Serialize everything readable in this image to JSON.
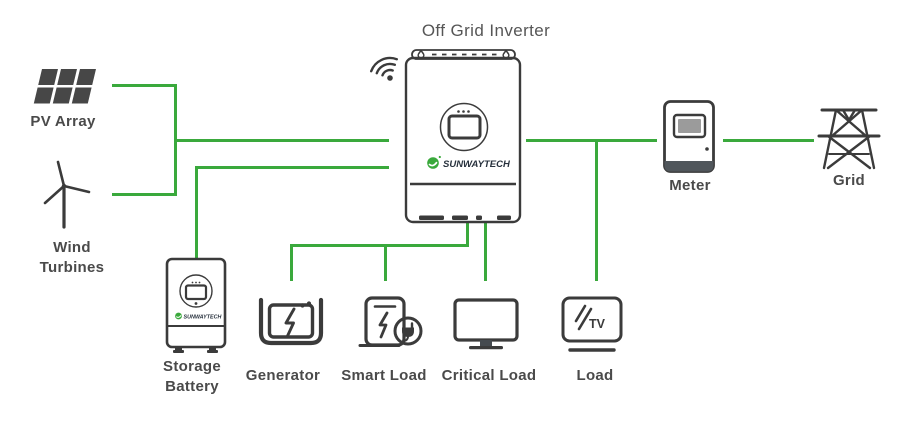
{
  "title": "Off Grid Inverter",
  "brand": {
    "logo_text": "SUNWAYTECH"
  },
  "colors": {
    "line_green": "#3aa93c",
    "icon_stroke": "#3b3b3b",
    "label_text": "#4a4a4a",
    "logo_navy": "#27313d",
    "meter_screen_gray": "#9b9b9b"
  },
  "nodes": {
    "pv_array": {
      "label": "PV Array"
    },
    "wind_turbines": {
      "label": "Wind Turbines"
    },
    "storage_battery": {
      "label": "Storage Battery"
    },
    "generator": {
      "label": "Generator"
    },
    "smart_load": {
      "label": "Smart Load"
    },
    "critical_load": {
      "label": "Critical Load"
    },
    "load": {
      "label": "Load",
      "icon_text": "TV"
    },
    "meter": {
      "label": "Meter"
    },
    "grid": {
      "label": "Grid"
    }
  },
  "connections": [
    {
      "from": "PV Array",
      "to": "Off Grid Inverter"
    },
    {
      "from": "Wind Turbines",
      "to": "Off Grid Inverter"
    },
    {
      "from": "Off Grid Inverter",
      "to": "Storage Battery"
    },
    {
      "from": "Generator",
      "to": "Off Grid Inverter"
    },
    {
      "from": "Smart Load",
      "to": "Off Grid Inverter"
    },
    {
      "from": "Off Grid Inverter",
      "to": "Critical Load"
    },
    {
      "from": "Off Grid Inverter",
      "to": "Load"
    },
    {
      "from": "Off Grid Inverter",
      "to": "Meter"
    },
    {
      "from": "Meter",
      "to": "Grid"
    }
  ]
}
